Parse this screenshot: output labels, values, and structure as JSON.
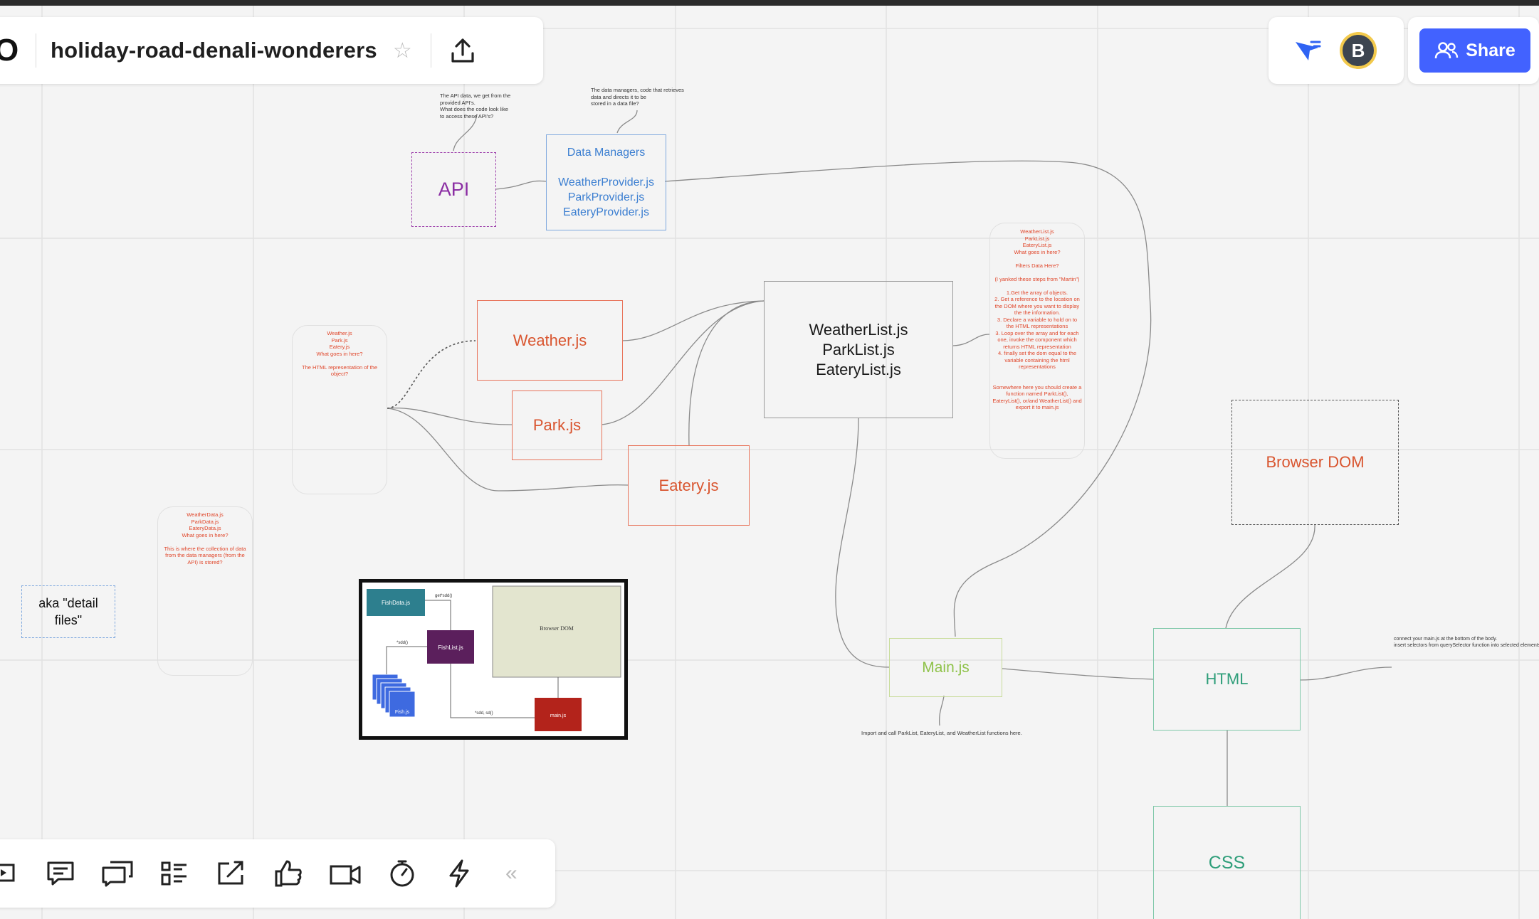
{
  "header": {
    "logo_glyph": "O",
    "board_title": "holiday-road-denali-wonderers",
    "star_icon": "star-icon",
    "export_icon": "upload-icon"
  },
  "collaborators": {
    "avatar_initial": "B",
    "avatar_ring_color": "#f2c94c",
    "cursor_icon": "follow-cursor-icon"
  },
  "share": {
    "label": "Share",
    "color": "#4262ff"
  },
  "toolbar": {
    "tools": [
      "present-icon",
      "comment-icon",
      "chat-icon",
      "card-list-icon",
      "screen-share-icon",
      "reaction-icon",
      "video-icon",
      "timer-icon",
      "lightning-icon"
    ],
    "collapse_label": "«"
  },
  "board": {
    "api_note": "The API data, we get from the\nprovided API's.\nWhat does the code look like\nto access these API's?",
    "data_managers_note": "The data managers, code that retrieves\ndata and directs it to be\nstored in a data file?",
    "api_label": "API",
    "data_managers": {
      "heading": "Data Managers",
      "files": [
        "WeatherProvider.js",
        "ParkProvider.js",
        "EateryProvider.js"
      ]
    },
    "weather_js": "Weather.js",
    "park_js": "Park.js",
    "eatery_js": "Eatery.js",
    "list_files": [
      "WeatherList.js",
      "ParkList.js",
      "EateryList.js"
    ],
    "component_note": "Weather.js\nPark.js\nEatery.js\nWhat goes in here?\n\nThe HTML representation of the\nobject?",
    "data_note": "WeatherData.js\nParkData.js\nEateryData.js\nWhat goes in here?\n\nThis is where the collection of data\nfrom the data managers (from the\nAPI) is stored?",
    "list_note": "WeatherList.js\nParkList.js\nEateryList.js\nWhat goes in here?\n\nFilters Data Here?\n\n(I yanked these steps from \"Martin\")\n\n1.Get the array of objects.\n2. Get a reference to the location on\nthe DOM where you want to display\nthe the information.\n3. Declare a variable to hold on to\nthe HTML representations\n3. Loop over the array and for each\none, invoke the component which\nreturns HTML representation\n4. finally set the dom equal to the\nvariable containing the html\nrepresentations\n\n\nSomewhere here you should create a\nfunction named ParkList(),\nEateryList(), or/and WeatherList() and\nexport it to main.js",
    "aka_label": "aka \"detail\nfiles\"",
    "main_js": "Main.js",
    "main_note": "Import and call ParkList, EateryList, and WeatherList functions here.",
    "browser_dom": "Browser DOM",
    "html_label": "HTML",
    "css_label": "CSS",
    "html_note": "connect your main.js at the bottom of the body.\ninsert selectors from querySelector function into selected elements.",
    "embedded_image": {
      "fish_data": "FishData.js",
      "fish_list": "FishList.js",
      "fish": "Fish.js",
      "browser_dom": "Browser DOM",
      "main": "main.js",
      "get_label": "get*sdd()",
      "call_label": "*sdd()",
      "html_label": "*sdd, sd()"
    }
  }
}
